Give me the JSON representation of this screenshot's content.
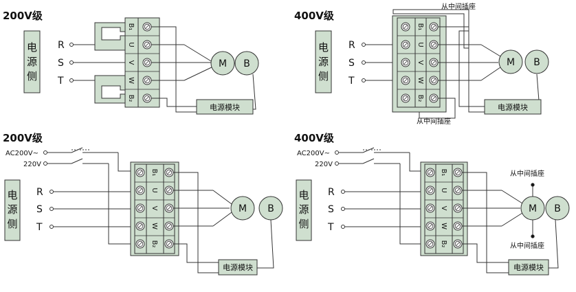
{
  "panels": [
    {
      "title": "200V级",
      "power_side": [
        "电",
        "源",
        "侧"
      ],
      "phases": [
        "R",
        "S",
        "T"
      ],
      "terminal_labels": [
        "B₁",
        "U",
        "V",
        "W",
        "B₂"
      ],
      "motor": "M",
      "brake": "B",
      "module": "电源模块"
    },
    {
      "title": "400V级",
      "power_side": [
        "电",
        "源",
        "侧"
      ],
      "phases": [
        "R",
        "S",
        "T"
      ],
      "terminal_labels": [
        "B₁",
        "U",
        "V",
        "W",
        "B₂"
      ],
      "motor": "M",
      "brake": "B",
      "module": "电源模块",
      "note_top": "从中间插座",
      "note_bottom": "从中间插座"
    },
    {
      "title": "200V级",
      "supply_ac": "AC200V~",
      "supply_220": "220V",
      "power_side": [
        "电",
        "源",
        "侧"
      ],
      "phases": [
        "R",
        "S",
        "T"
      ],
      "terminal_labels": [
        "B₁",
        "U",
        "V",
        "W",
        "B₂"
      ],
      "motor": "M",
      "brake": "B",
      "module": "电源模块"
    },
    {
      "title": "400V级",
      "supply_ac": "AC200V~",
      "supply_220": "220V",
      "power_side": [
        "电",
        "源",
        "侧"
      ],
      "phases": [
        "R",
        "S",
        "T"
      ],
      "terminal_labels": [
        "B₁",
        "U",
        "V",
        "W",
        "B₂"
      ],
      "motor": "M",
      "brake": "B",
      "module": "电源模块",
      "note_top": "从中间插座",
      "note_bottom": "从中间插座"
    }
  ],
  "colors": {
    "fill": "#cfdfcf",
    "stroke": "#333333"
  }
}
